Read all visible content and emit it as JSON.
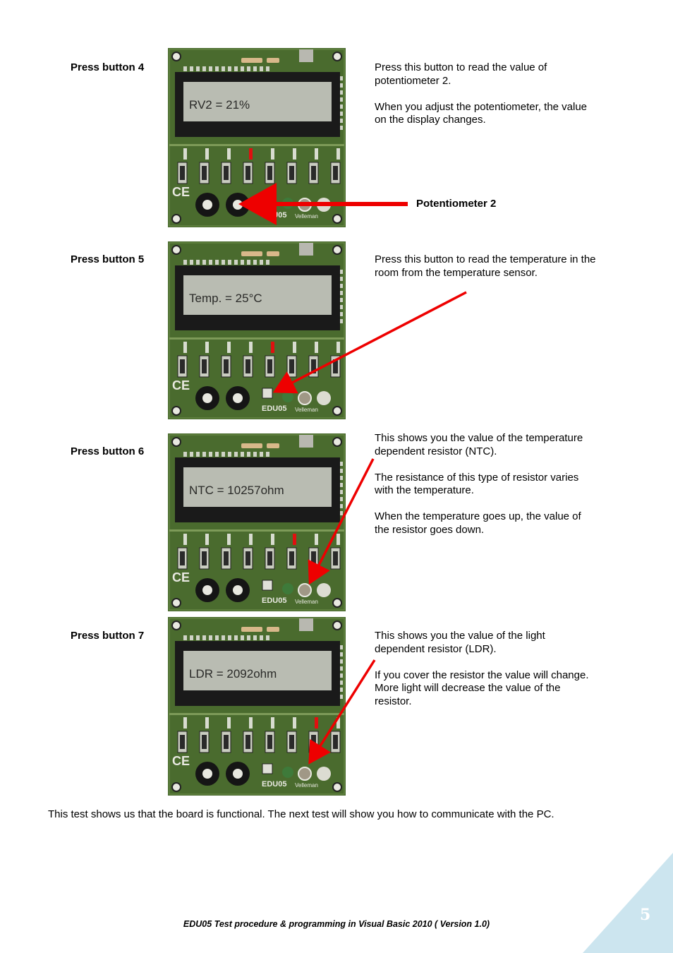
{
  "sections": [
    {
      "label": "Press button 4",
      "display": "RV2 = 21%",
      "led": 3,
      "paragraphs": [
        "Press this button to read the value of potentiometer 2.",
        "When you adjust the potentiometer, the value on the display changes."
      ]
    },
    {
      "label": "Press button 5",
      "display": "Temp. = 25°C",
      "led": 4,
      "paragraphs": [
        "Press this button to read the temperature in the room from the temperature sensor."
      ]
    },
    {
      "label": "Press button 6",
      "display": "NTC = 10257ohm",
      "led": 5,
      "paragraphs": [
        "This shows you the value of the temperature dependent resistor (NTC).",
        "The resistance of this type of resistor varies with the temperature.",
        "When the temperature goes up, the value of the resistor goes down."
      ]
    },
    {
      "label": "Press button 7",
      "display": "LDR = 2092ohm",
      "led": 6,
      "paragraphs": [
        "This shows you the value of the light dependent resistor (LDR).",
        "If you cover the resistor the value will change. More light will decrease the value of the resistor."
      ]
    }
  ],
  "callout": "Potentiometer 2",
  "board_name": "EDU05",
  "board_brand": "Velleman",
  "arrow_color": "#ee0000",
  "conclusion": "This test shows us that the board is functional. The next test will show you how to communicate with the PC.",
  "footer": "EDU05 Test procedure & programming in Visual Basic 2010 ( Version 1.0)",
  "page_number": "5",
  "corner_color": "#cce5ef"
}
